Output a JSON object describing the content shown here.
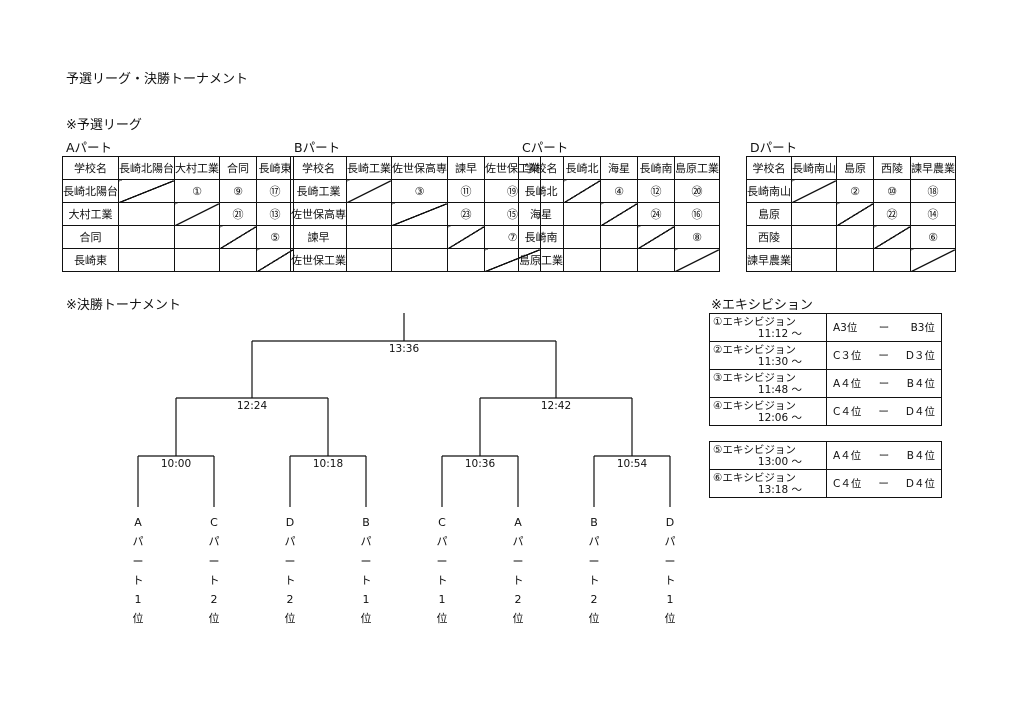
{
  "title": "予選リーグ・決勝トーナメント",
  "prelim_header": "※予選リーグ",
  "final_header": "※決勝トーナメント",
  "exhibition_header": "※エキシビション",
  "corner_label": "学校名",
  "parts": [
    {
      "name": "Aパート",
      "teams": [
        "長崎北陽台",
        "大村工業",
        "合同",
        "長崎東"
      ],
      "head_sizes": [
        "s4",
        "s3",
        "s2",
        "s3"
      ],
      "row_sizes": [
        "s4",
        "s4",
        "s2",
        "s1"
      ],
      "matches": [
        [
          "",
          "①",
          "⑨",
          "⑰"
        ],
        [
          "",
          "",
          "㉑",
          "⑬"
        ],
        [
          "",
          "",
          "",
          "⑤"
        ],
        [
          "",
          "",
          "",
          ""
        ]
      ]
    },
    {
      "name": "Bパート",
      "teams": [
        "長崎工業",
        "佐世保高専",
        "諫早",
        "佐世保工業"
      ],
      "head_sizes": [
        "s4",
        "s4",
        "s2",
        "s4"
      ],
      "row_sizes": [
        "s4",
        "s4",
        "s2",
        "s4"
      ],
      "matches": [
        [
          "",
          "③",
          "⑪",
          "⑲"
        ],
        [
          "",
          "",
          "㉓",
          "⑮"
        ],
        [
          "",
          "",
          "",
          "⑦"
        ],
        [
          "",
          "",
          "",
          ""
        ]
      ]
    },
    {
      "name": "Cパート",
      "teams": [
        "長崎北",
        "海星",
        "長崎南",
        "島原工業"
      ],
      "head_sizes": [
        "s3",
        "s2",
        "s3",
        "s4"
      ],
      "row_sizes": [
        "s1",
        "s2",
        "s4",
        "s4"
      ],
      "matches": [
        [
          "",
          "④",
          "⑫",
          "⑳"
        ],
        [
          "",
          "",
          "㉔",
          "⑯"
        ],
        [
          "",
          "",
          "",
          "⑧"
        ],
        [
          "",
          "",
          "",
          ""
        ]
      ]
    },
    {
      "name": "Dパート",
      "teams": [
        "長崎南山",
        "島原",
        "西陵",
        "諫早農業"
      ],
      "head_sizes": [
        "s4",
        "s2",
        "s2",
        "s4"
      ],
      "row_sizes": [
        "s4",
        "s2",
        "s2",
        "s4"
      ],
      "matches": [
        [
          "",
          "②",
          "⑩",
          "⑱"
        ],
        [
          "",
          "",
          "㉒",
          "⑭"
        ],
        [
          "",
          "",
          "",
          "⑥"
        ],
        [
          "",
          "",
          "",
          ""
        ]
      ]
    }
  ],
  "tournament": {
    "final_time": "13:36",
    "semi_times": [
      "12:24",
      "12:42"
    ],
    "first_round_times": [
      "10:00",
      "10:18",
      "10:36",
      "10:54"
    ],
    "seeds": [
      [
        "A",
        "パ",
        "ー",
        "ト",
        "1",
        "位"
      ],
      [
        "C",
        "パ",
        "ー",
        "ト",
        "2",
        "位"
      ],
      [
        "D",
        "パ",
        "ー",
        "ト",
        "2",
        "位"
      ],
      [
        "B",
        "パ",
        "ー",
        "ト",
        "1",
        "位"
      ],
      [
        "C",
        "パ",
        "ー",
        "ト",
        "1",
        "位"
      ],
      [
        "A",
        "パ",
        "ー",
        "ト",
        "2",
        "位"
      ],
      [
        "B",
        "パ",
        "ー",
        "ト",
        "2",
        "位"
      ],
      [
        "D",
        "パ",
        "ー",
        "ト",
        "1",
        "位"
      ]
    ]
  },
  "exhibitions_group1": [
    {
      "label": "①エキシビジョン",
      "time": "11:12 ～",
      "left": "A3位",
      "dash": "ー",
      "right": "B3位"
    },
    {
      "label": "②エキシビジョン",
      "time": "11:30 ～",
      "left": "C３位",
      "dash": "ー",
      "right": "D３位"
    },
    {
      "label": "③エキシビジョン",
      "time": "11:48 ～",
      "left": "A４位",
      "dash": "ー",
      "right": "B４位"
    },
    {
      "label": "④エキシビジョン",
      "time": "12:06 ～",
      "left": "C４位",
      "dash": "ー",
      "right": "D４位"
    }
  ],
  "exhibitions_group2": [
    {
      "label": "⑤エキシビジョン",
      "time": "13:00 ～",
      "left": "A４位",
      "dash": "ー",
      "right": "B４位"
    },
    {
      "label": "⑥エキシビジョン",
      "time": "13:18 ～",
      "left": "C４位",
      "dash": "ー",
      "right": "D４位"
    }
  ]
}
